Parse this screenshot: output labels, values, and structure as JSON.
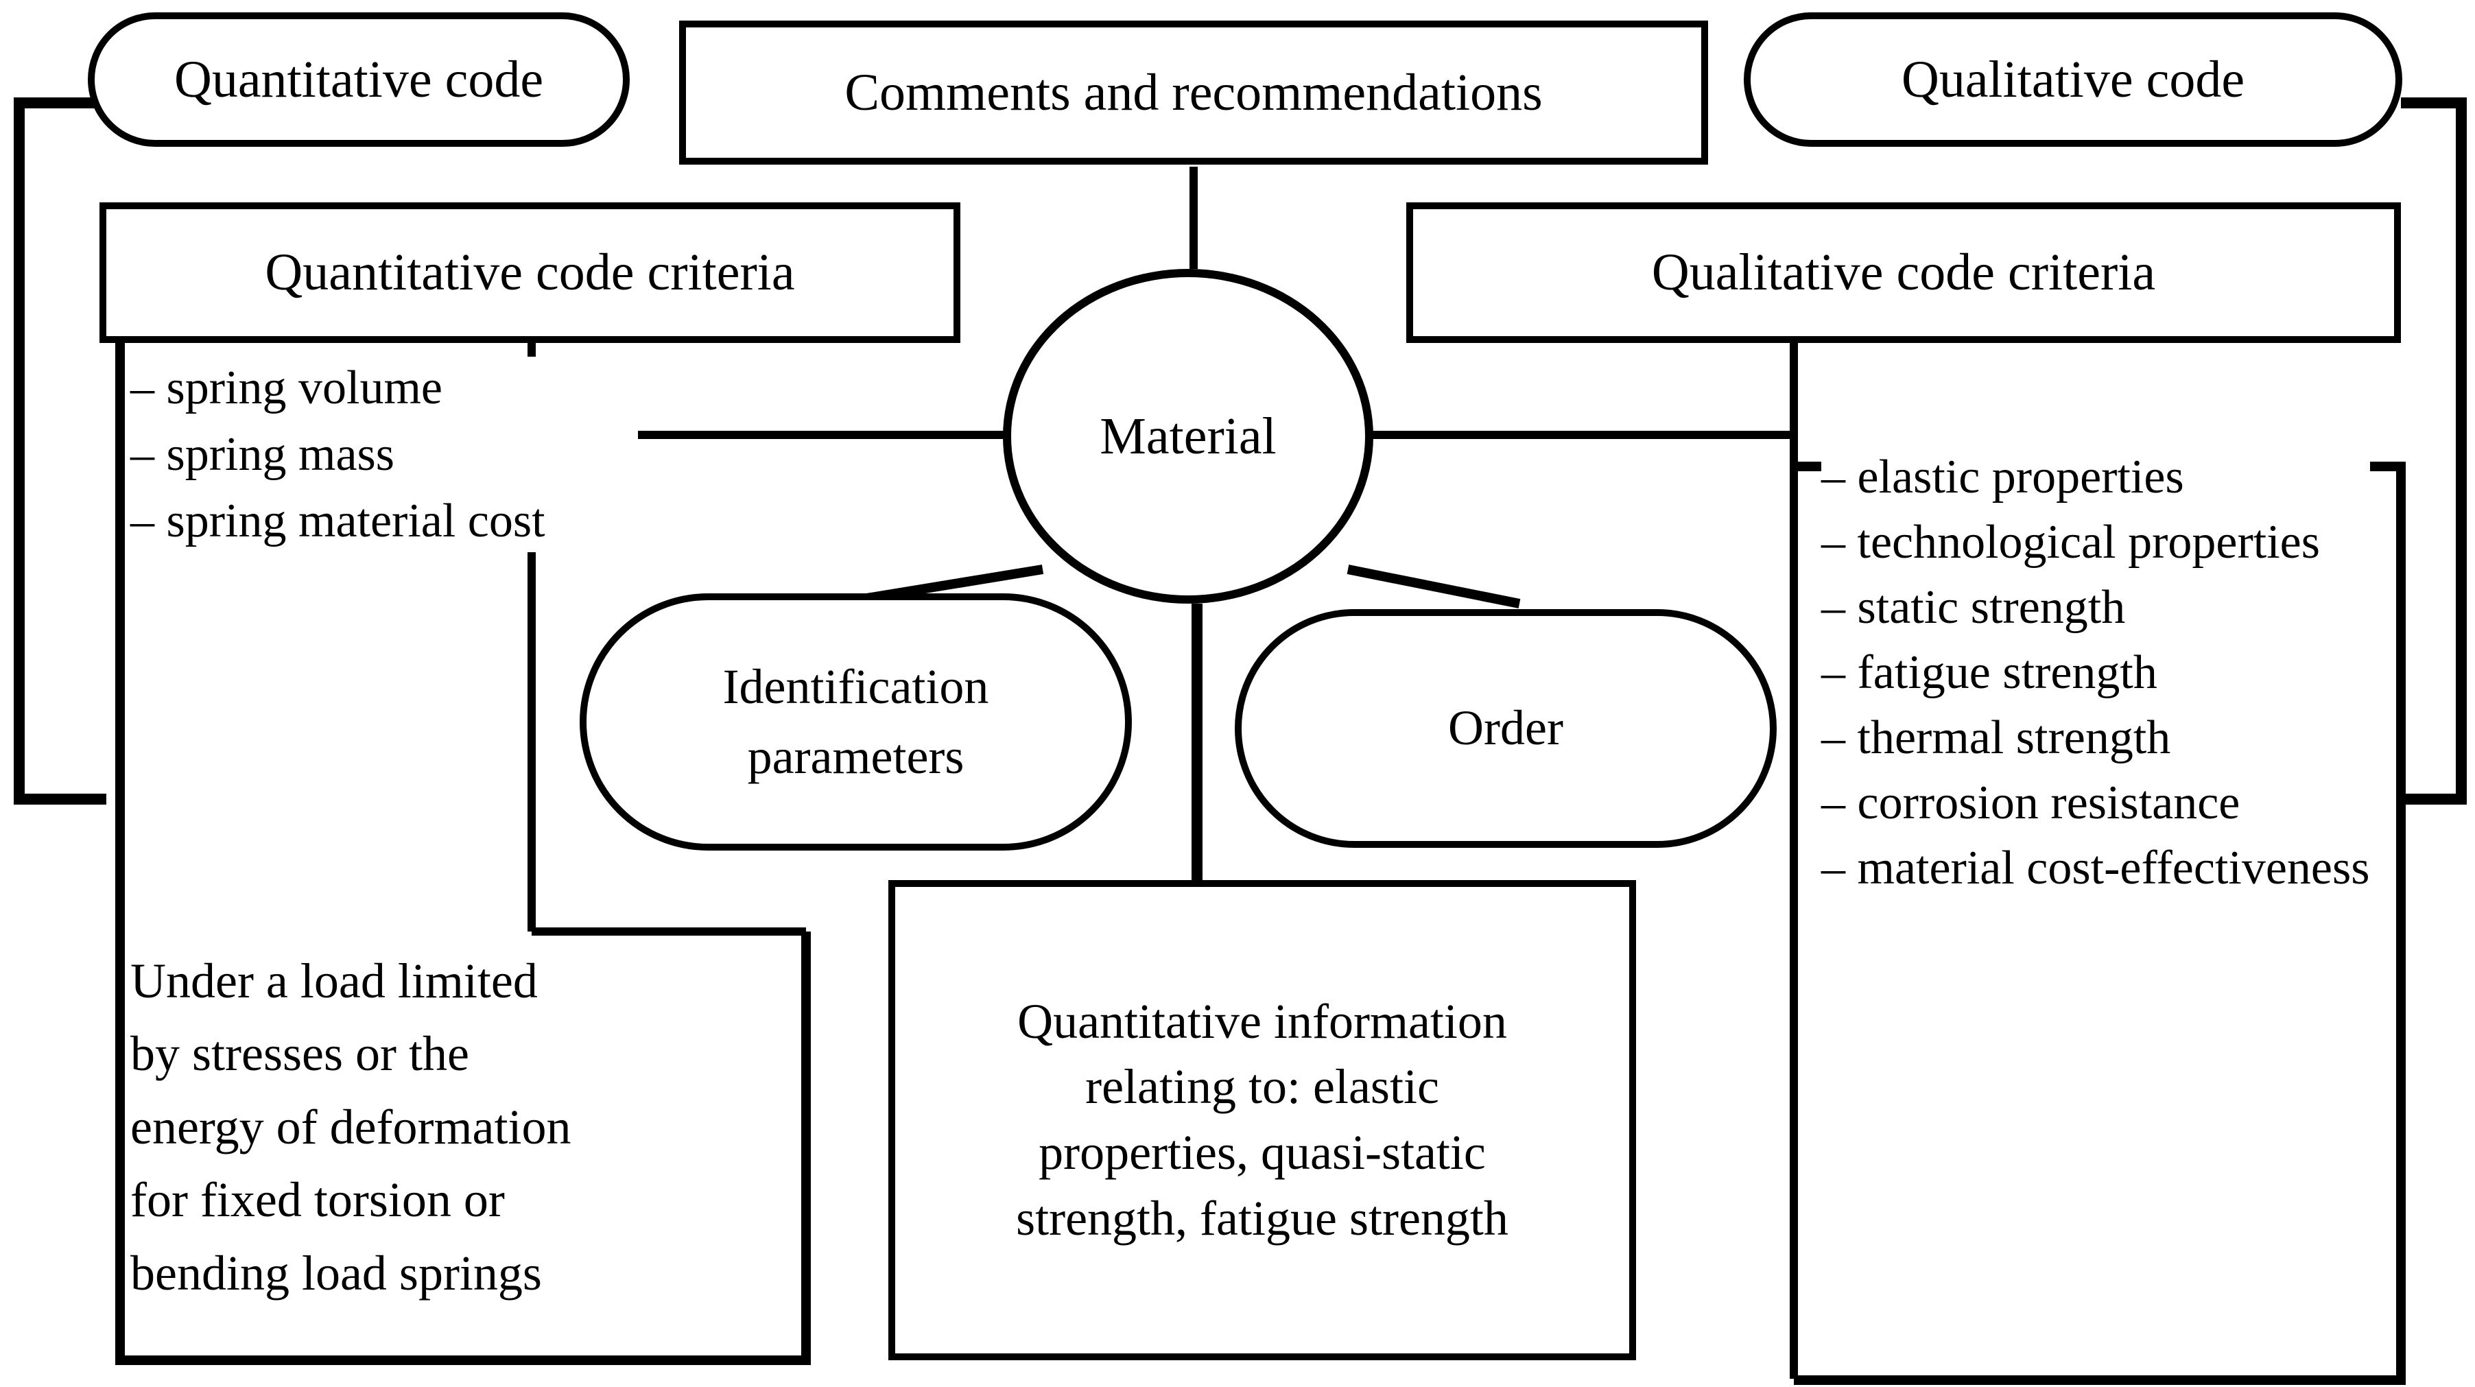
{
  "diagram": {
    "title_nodes": {
      "quantitative_code": "Quantitative code",
      "comments": "Comments and recommendations",
      "qualitative_code": "Qualitative code"
    },
    "criteria_headers": {
      "quantitative": "Quantitative code criteria",
      "qualitative": "Qualitative code criteria"
    },
    "center": {
      "material": "Material",
      "identification_parameters_line1": "Identification",
      "identification_parameters_line2": "parameters",
      "order": "Order"
    },
    "quantitative_criteria_items": [
      "– spring volume",
      "– spring mass",
      "– spring material cost"
    ],
    "quantitative_note": {
      "line1": "Under a load limited",
      "line2": "by stresses or the",
      "line3": "energy of deformation",
      "line4": "for fixed torsion or",
      "line5": "bending load springs"
    },
    "quantitative_information": {
      "line1": "Quantitative information",
      "line2": "relating to: elastic",
      "line3": "properties, quasi-static",
      "line4": "strength, fatigue strength"
    },
    "qualitative_criteria_items": [
      "– elastic properties",
      "– technological properties",
      "– static strength",
      "– fatigue strength",
      "– thermal strength",
      "– corrosion resistance",
      "– material cost-effectiveness"
    ],
    "colors": {
      "stroke": "#000000",
      "background": "#ffffff",
      "text": "#000000"
    }
  }
}
